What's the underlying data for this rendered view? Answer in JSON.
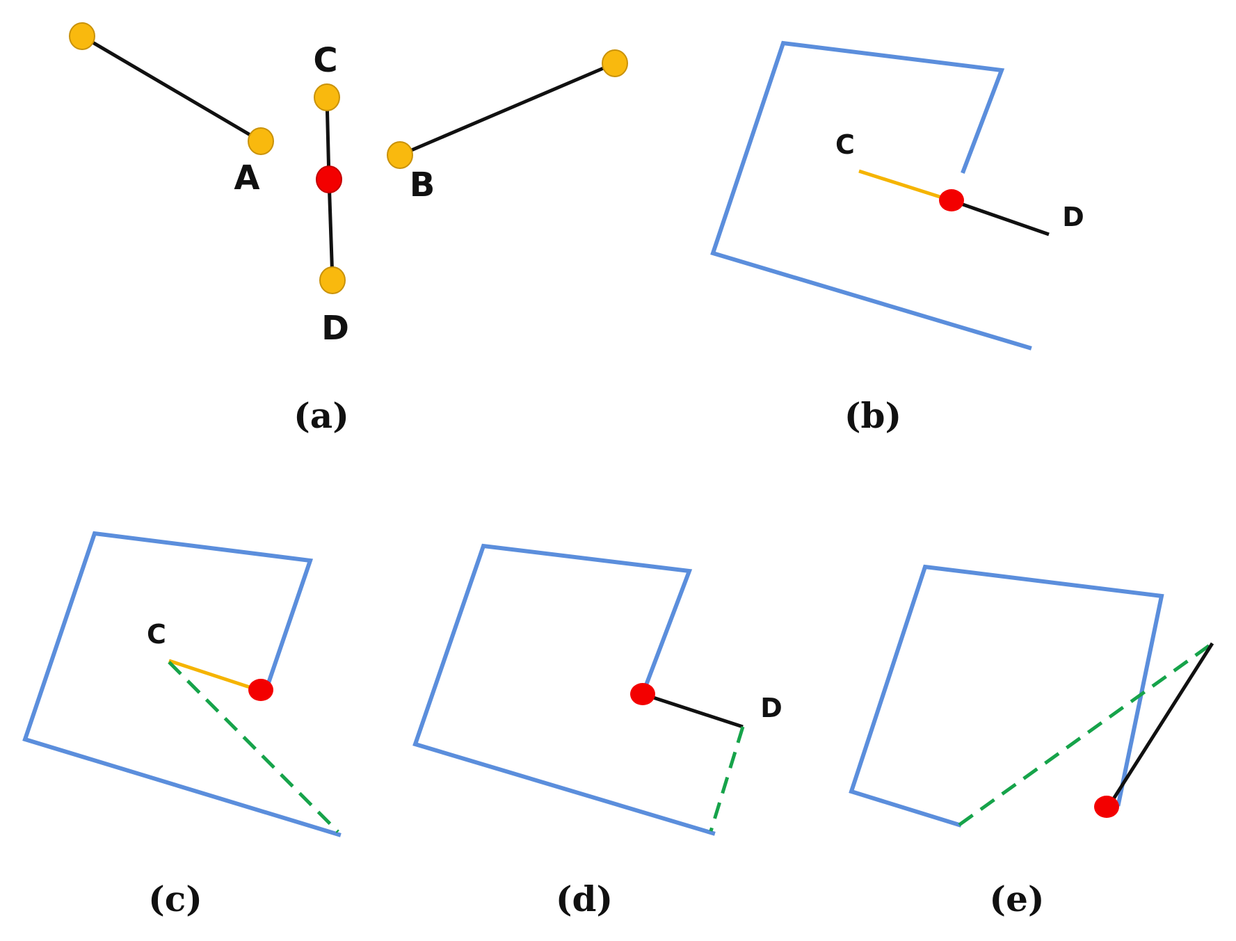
{
  "colors": {
    "boundary": "#5B8EDC",
    "segment": "#111111",
    "highlight": "#F5B400",
    "node_fill": "#F9B90E",
    "node_stroke": "#C9920A",
    "intersection": "#F30000",
    "connector": "#16A34A"
  },
  "panels": {
    "a": {
      "caption": "(a)",
      "labels": {
        "A": "A",
        "B": "B",
        "C": "C",
        "D": "D"
      }
    },
    "b": {
      "caption": "(b)",
      "labels": {
        "C": "C",
        "D": "D"
      }
    },
    "c": {
      "caption": "(c)",
      "labels": {
        "C": "C"
      }
    },
    "d": {
      "caption": "(d)",
      "labels": {
        "D": "D"
      }
    },
    "e": {
      "caption": "(e)"
    }
  }
}
